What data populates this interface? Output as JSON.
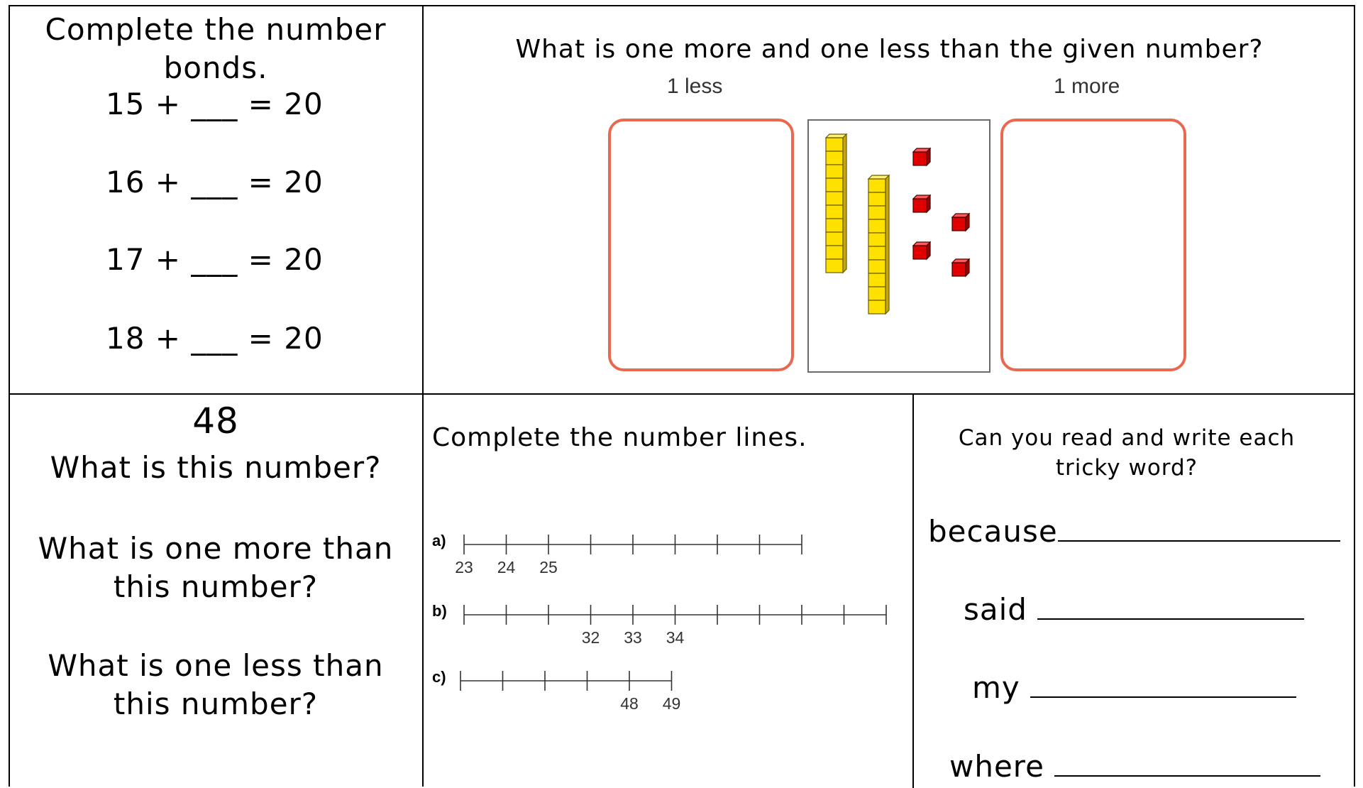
{
  "bonds": {
    "title": "Complete the number bonds.",
    "equations": [
      "15 + ___ = 20",
      "16 + ___ = 20",
      "17 + ___ = 20",
      "18 + ___ = 20"
    ]
  },
  "more_less": {
    "question": "What is one more and one less than the given number?",
    "less_label": "1 less",
    "more_label": "1 more",
    "tens": 2,
    "ones": 5
  },
  "number_q": {
    "number": "48",
    "q1": "What is this number?",
    "q2": "What is one more than this number?",
    "q3": "What is one less than this number?"
  },
  "number_lines": {
    "title": "Complete the number lines.",
    "lines": [
      {
        "label": "a)",
        "ticks": 9,
        "numbers": [
          {
            "tick": 0,
            "value": "23"
          },
          {
            "tick": 1,
            "value": "24"
          },
          {
            "tick": 2,
            "value": "25"
          }
        ]
      },
      {
        "label": "b)",
        "ticks": 11,
        "numbers": [
          {
            "tick": 3,
            "value": "32"
          },
          {
            "tick": 4,
            "value": "33"
          },
          {
            "tick": 5,
            "value": "34"
          }
        ]
      },
      {
        "label": "c)",
        "ticks": 6,
        "numbers": [
          {
            "tick": 4,
            "value": "48"
          },
          {
            "tick": 5,
            "value": "49"
          }
        ]
      }
    ]
  },
  "tricky": {
    "title": "Can you read and write each tricky word?",
    "words": [
      "because",
      "said",
      "my",
      "where"
    ]
  }
}
